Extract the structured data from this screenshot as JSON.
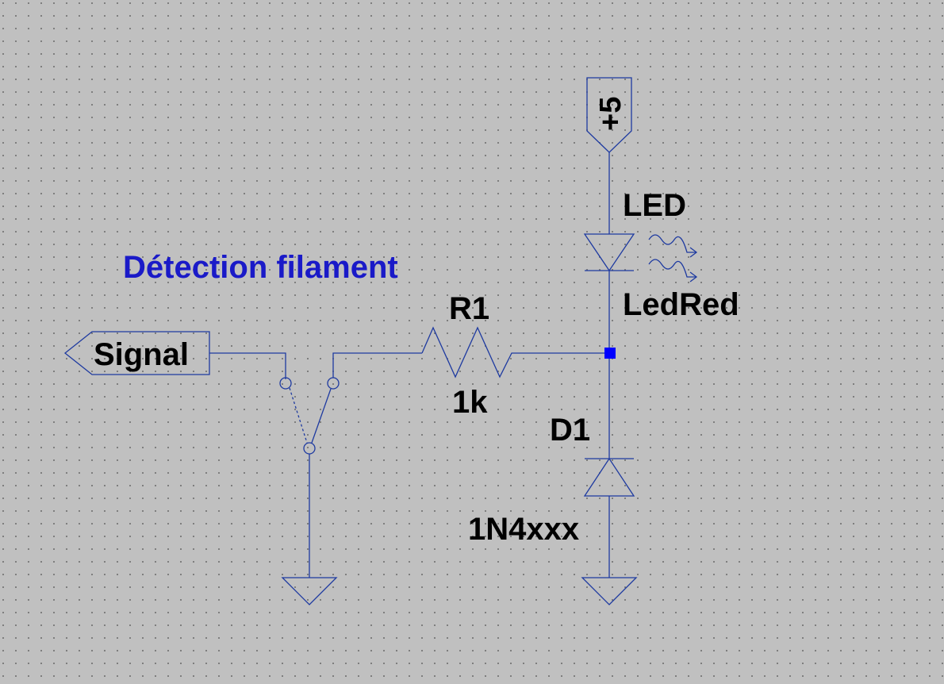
{
  "comment": "Détection filament",
  "flags": {
    "signal": "Signal",
    "supply": "+5"
  },
  "r1": {
    "ref": "R1",
    "value": "1k"
  },
  "led": {
    "ref": "LED",
    "value": "LedRed"
  },
  "d1": {
    "ref": "D1",
    "value": "1N4xxx"
  },
  "colors": {
    "background": "#c0c0c0",
    "grid_dot": "#6e6e6e",
    "wire": "#1e3aa0",
    "junction": "#0000ff",
    "comment_text": "#1a1ac8",
    "label_text": "#000000"
  }
}
